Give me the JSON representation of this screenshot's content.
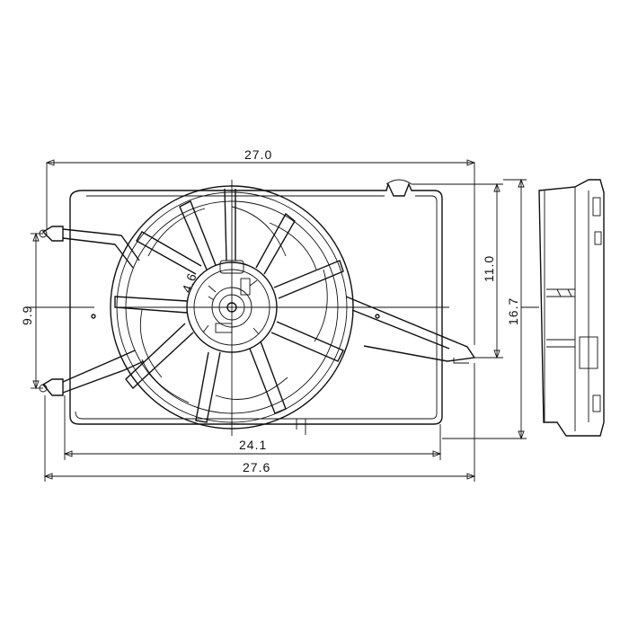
{
  "dimensions": {
    "overall_width_top": "27.0",
    "overall_width_bottom": "27.6",
    "inner_width": "24.1",
    "left_mount_height": "9.9",
    "right_mount_height": "11.0",
    "overall_height": "16.7"
  },
  "colors": {
    "line": "#111111",
    "background": "#ffffff"
  }
}
